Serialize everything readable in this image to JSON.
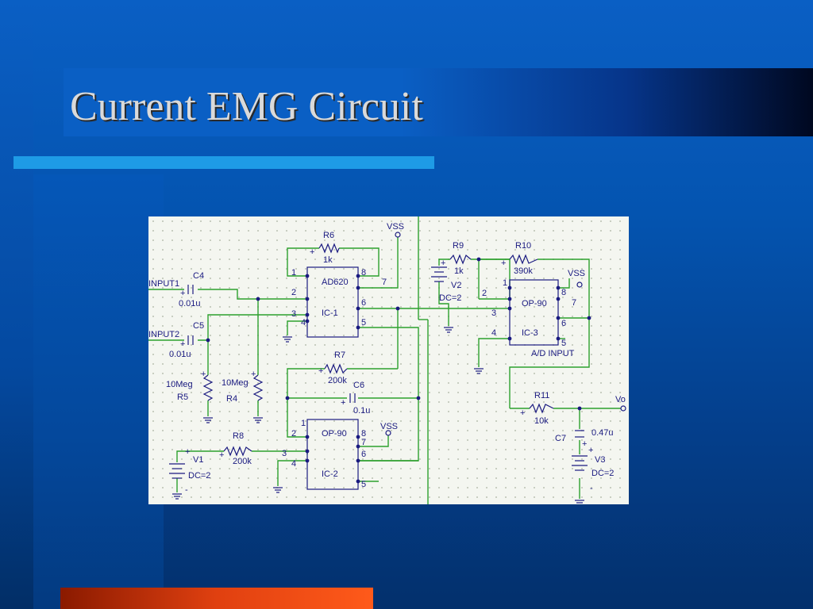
{
  "slide": {
    "title": "Current EMG Circuit"
  },
  "colors": {
    "background": "#0454b0",
    "accent_bar": "#1e9be6",
    "bottom_bar": "#e04010",
    "title_text": "#dadada",
    "wire": "#2da02d",
    "component": "#1a1a80"
  },
  "schematic": {
    "labels": {
      "vss_top": "VSS",
      "r6": "R6",
      "r6_val": "1k",
      "input1": "INPUT1",
      "c4": "C4",
      "c4_val": "0.01u",
      "input2": "INPUT2",
      "c5": "C5",
      "c5_val": "0.01u",
      "ad620": "AD620",
      "ic1": "IC-1",
      "r5_val": "10Meg",
      "r5": "R5",
      "r4_val": "10Meg",
      "r4": "R4",
      "r7": "R7",
      "r7_val": "200k",
      "c6": "C6",
      "c6_val": "0.1u",
      "r8": "R8",
      "r8_val": "200k",
      "v1": "V1",
      "v1_dc": "DC=2",
      "opamp2": "OP-90",
      "ic2": "IC-2",
      "vss_ic2": "VSS",
      "r9": "R9",
      "r9_val": "1k",
      "v2": "V2",
      "v2_dc": "DC=2",
      "r10": "R10",
      "r10_val": "390k",
      "vss_ic3": "VSS",
      "opamp3": "OP-90",
      "ic3": "IC-3",
      "ad_input": "A/D INPUT",
      "r11": "R11",
      "r11_val": "10k",
      "vo": "Vo",
      "c7": "C7",
      "c7_val": "0.47u",
      "v3": "V3",
      "v3_dc": "DC=2"
    },
    "pins": {
      "ic1": [
        "1",
        "2",
        "3",
        "4",
        "8",
        "7",
        "6",
        "5"
      ],
      "ic2": [
        "1",
        "2",
        "3",
        "4",
        "8",
        "7",
        "6",
        "5"
      ],
      "ic3": [
        "1",
        "2",
        "3",
        "4",
        "8",
        "7",
        "6",
        "5"
      ]
    },
    "polarity": {
      "plus": "+",
      "minus": "-"
    }
  }
}
